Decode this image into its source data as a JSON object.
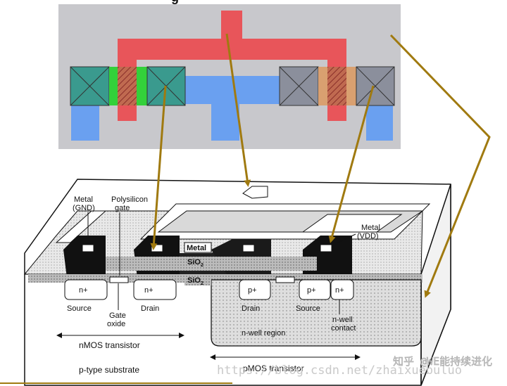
{
  "layout_view": {
    "title_fragment": "g",
    "colors": {
      "background": "#c8c8cc",
      "poly": "#e8555a",
      "metal": "#6aa0f0",
      "n_diffusion": "#3a9a8e",
      "p_diffusion": "#8b8f9c",
      "gate_green": "#33d13a",
      "gate_orange": "#d9a070",
      "arrow": "#a07a10"
    }
  },
  "cross_section": {
    "labels": {
      "metal_gnd": [
        "Metal",
        "(GND)"
      ],
      "polysilicon_gate": [
        "Polysilicon",
        "gate"
      ],
      "metal_vdd": [
        "Metal",
        "(VDD)"
      ],
      "metal": "Metal",
      "sio2_upper": "SiO",
      "sio2_lower": "SiO",
      "sio2_sub": "2",
      "n_plus_source": "n+",
      "n_plus_drain": "n+",
      "p_plus_drain": "p+",
      "p_plus_source": "p+",
      "n_plus_contact": "n+",
      "source_left": "Source",
      "gate_oxide": [
        "Gate",
        "oxide"
      ],
      "drain_left": "Drain",
      "drain_right": "Drain",
      "source_right": "Source",
      "n_well_region": "n-well region",
      "n_well_contact": [
        "n-well",
        "contact"
      ],
      "nmos_transistor": "nMOS transistor",
      "pmos_transistor": "pMOS transistor",
      "p_type_substrate": "p-type substrate"
    }
  },
  "watermark": {
    "url": "https://blog.csdn.net/zhaixuebuluo",
    "zhihu": "知乎 @WE能持续进化"
  }
}
